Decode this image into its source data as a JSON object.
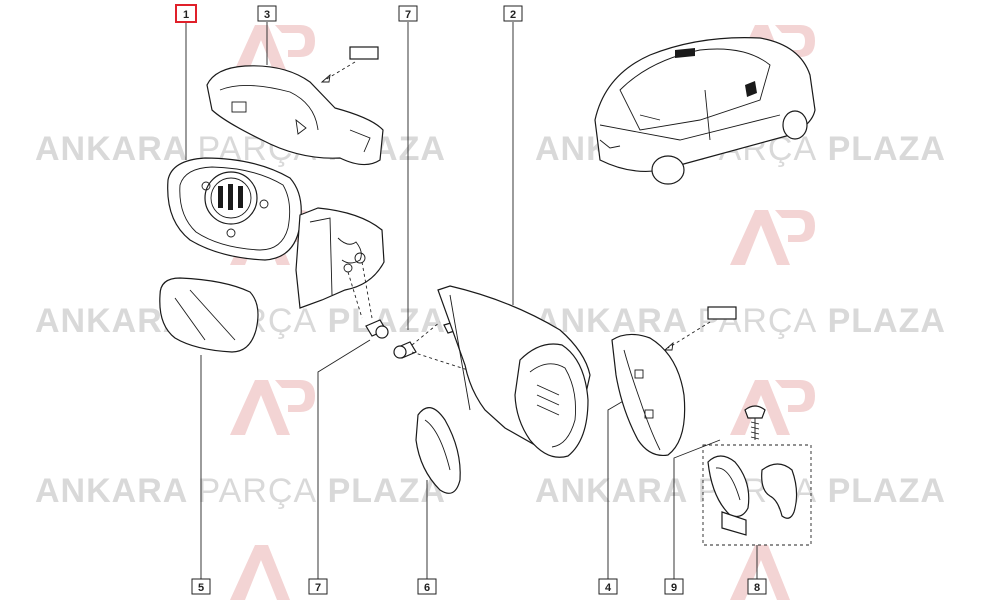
{
  "watermark": {
    "words": [
      "ANKARA",
      "PARÇA",
      "PLAZA"
    ],
    "logo_letters": "AP"
  },
  "callouts": [
    {
      "id": "c1",
      "label": "1",
      "highlight": true
    },
    {
      "id": "c3",
      "label": "3",
      "highlight": false
    },
    {
      "id": "c7a",
      "label": "7",
      "highlight": false
    },
    {
      "id": "c2",
      "label": "2",
      "highlight": false
    },
    {
      "id": "c5",
      "label": "5",
      "highlight": false
    },
    {
      "id": "c7b",
      "label": "7",
      "highlight": false
    },
    {
      "id": "c6",
      "label": "6",
      "highlight": false
    },
    {
      "id": "c4",
      "label": "4",
      "highlight": false
    },
    {
      "id": "c9",
      "label": "9",
      "highlight": false
    },
    {
      "id": "c8",
      "label": "8",
      "highlight": false
    }
  ],
  "colors": {
    "highlight": "#e0202a",
    "line": "#1a1a1a",
    "watermark_text": "#d9d9d9",
    "watermark_logo": "#f3d4d4"
  }
}
